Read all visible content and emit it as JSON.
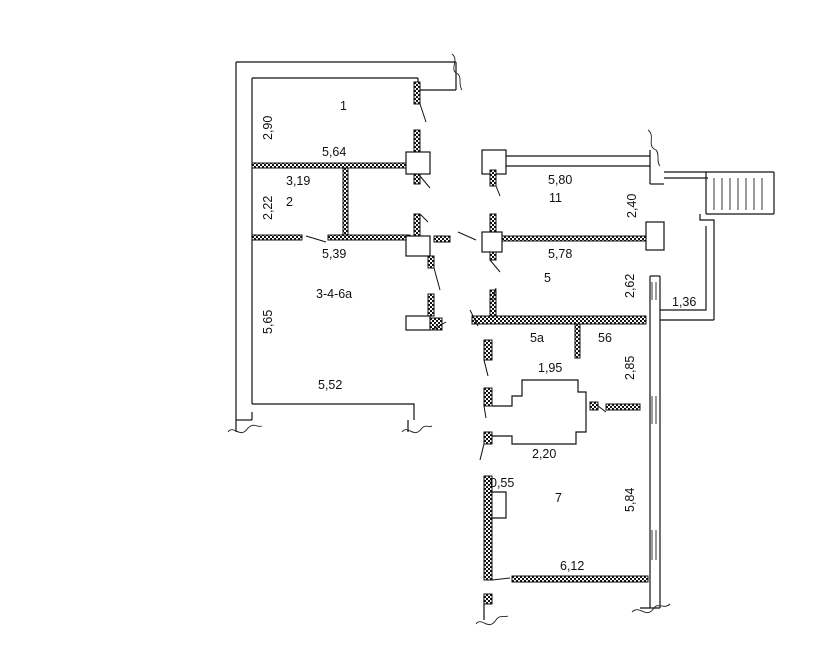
{
  "rooms": {
    "r1": "1",
    "r2": "2",
    "r346a": "3-4-6a",
    "r11": "11",
    "r5": "5",
    "r5a": "5a",
    "r56": "56",
    "r7": "7"
  },
  "dimensions": {
    "d290": "2,90",
    "d564": "5,64",
    "d319": "3,19",
    "d222": "2,22",
    "d539": "5,39",
    "d565": "5,65",
    "d552": "5,52",
    "d580": "5,80",
    "d240": "2,40",
    "d578": "5,78",
    "d262": "2,62",
    "d136": "1,36",
    "d195": "1,95",
    "d285": "2,85",
    "d220": "2,20",
    "d055": "0,55",
    "d584": "5,84",
    "d612": "6,12"
  }
}
